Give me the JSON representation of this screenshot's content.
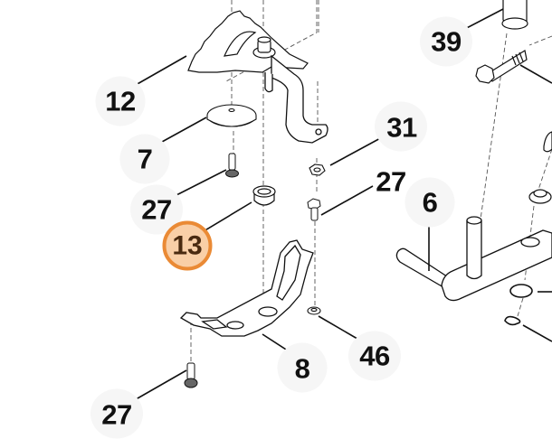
{
  "diagram": {
    "type": "exploded parts diagram",
    "highlight_color": "#ea8a35",
    "highlight_fill": "#f9cfa7",
    "callouts": [
      {
        "id": "c12",
        "number": "12",
        "part": "sector-gear-plate"
      },
      {
        "id": "c7",
        "number": "7",
        "part": "washer"
      },
      {
        "id": "c27a",
        "number": "27",
        "part": "flange-bolt"
      },
      {
        "id": "c13",
        "number": "13",
        "part": "bushing",
        "highlighted": true
      },
      {
        "id": "c31",
        "number": "31",
        "part": "hex-nut"
      },
      {
        "id": "c27b",
        "number": "27",
        "part": "flange-bolt"
      },
      {
        "id": "c39",
        "number": "39",
        "part": "sleeve"
      },
      {
        "id": "c6",
        "number": "6",
        "part": "pivot-arm-shaft"
      },
      {
        "id": "c8",
        "number": "8",
        "part": "mounting-bracket"
      },
      {
        "id": "c46",
        "number": "46",
        "part": "flange-nut"
      },
      {
        "id": "c27c",
        "number": "27",
        "part": "flange-bolt"
      }
    ]
  }
}
